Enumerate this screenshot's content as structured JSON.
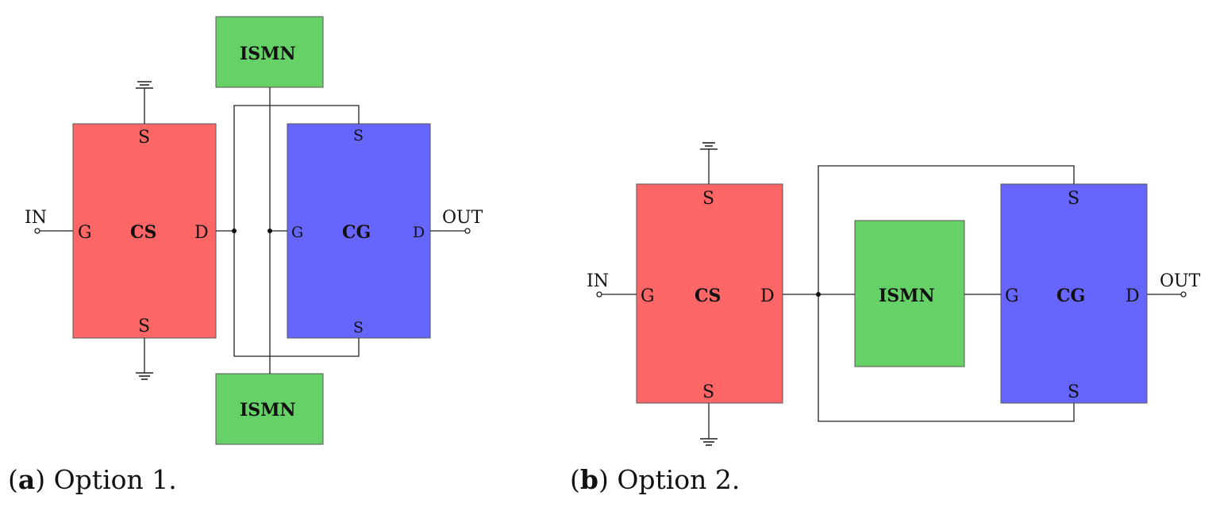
{
  "colors": {
    "cs_block": "#ff6666",
    "cg_block": "#6666ff",
    "ismn_block": "#66d166",
    "wire": "#222222"
  },
  "labels": {
    "in": "IN",
    "out": "OUT",
    "gate": "G",
    "drain": "D",
    "source": "S",
    "cs": "CS",
    "cg": "CG",
    "ismn": "ISMN"
  },
  "captions": {
    "a": {
      "tag": "a",
      "open": "(",
      "close": ")",
      "text": " Option 1."
    },
    "b": {
      "tag": "b",
      "open": "(",
      "close": ")",
      "text": " Option 2."
    }
  }
}
